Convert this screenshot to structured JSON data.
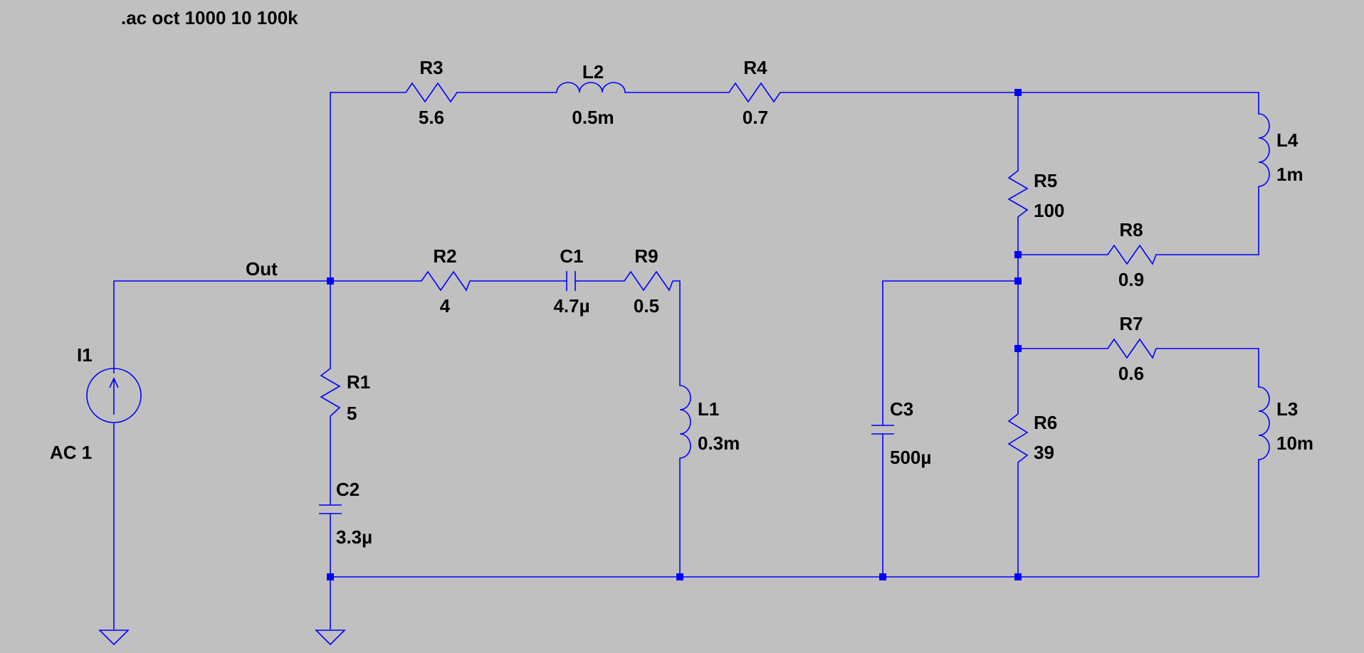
{
  "schematic": {
    "directive": ".ac oct 1000 10 100k",
    "net_label": "Out",
    "colors": {
      "background": "#c0c0c0",
      "wire": "#0000ff",
      "text": "#000000"
    },
    "source": {
      "name": "I1",
      "value": "AC 1"
    },
    "components": {
      "R1": {
        "name": "R1",
        "value": "5"
      },
      "R2": {
        "name": "R2",
        "value": "4"
      },
      "R3": {
        "name": "R3",
        "value": "5.6"
      },
      "R4": {
        "name": "R4",
        "value": "0.7"
      },
      "R5": {
        "name": "R5",
        "value": "100"
      },
      "R6": {
        "name": "R6",
        "value": "39"
      },
      "R7": {
        "name": "R7",
        "value": "0.6"
      },
      "R8": {
        "name": "R8",
        "value": "0.9"
      },
      "R9": {
        "name": "R9",
        "value": "0.5"
      },
      "C1": {
        "name": "C1",
        "value": "4.7µ"
      },
      "C2": {
        "name": "C2",
        "value": "3.3µ"
      },
      "C3": {
        "name": "C3",
        "value": "500µ"
      },
      "L1": {
        "name": "L1",
        "value": "0.3m"
      },
      "L2": {
        "name": "L2",
        "value": "0.5m"
      },
      "L3": {
        "name": "L3",
        "value": "10m"
      },
      "L4": {
        "name": "L4",
        "value": "1m"
      }
    }
  }
}
